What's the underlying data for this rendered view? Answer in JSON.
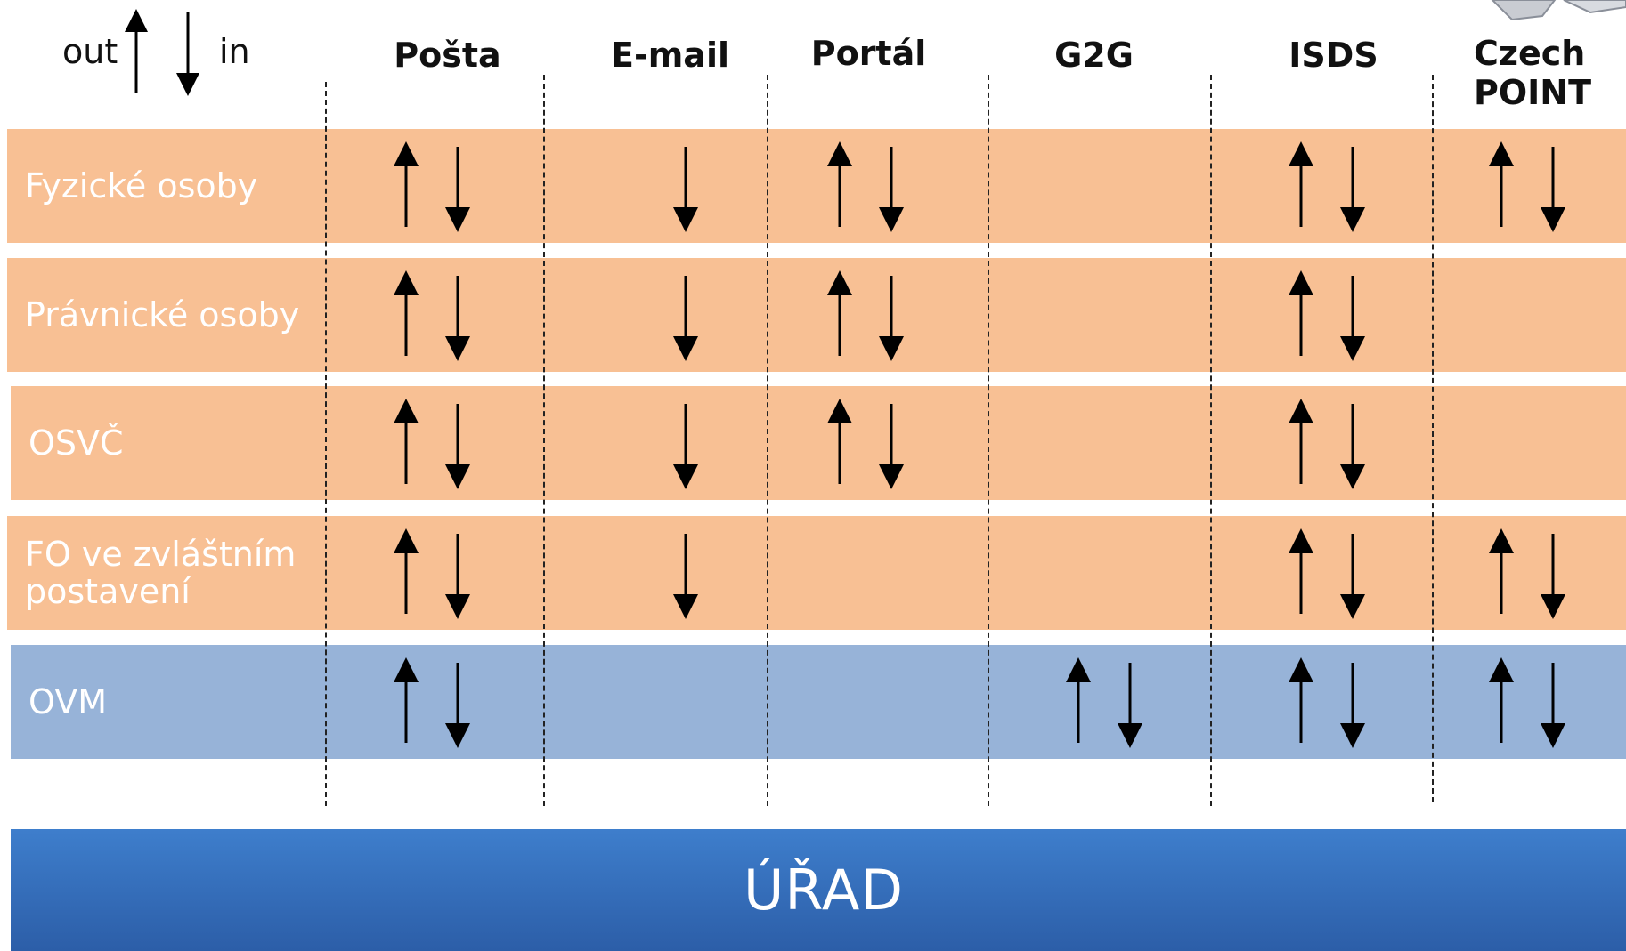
{
  "legend": {
    "out_label": "out",
    "in_label": "in"
  },
  "columns": [
    {
      "id": "posta",
      "label": "Pošta"
    },
    {
      "id": "email",
      "label": "E-mail"
    },
    {
      "id": "portal",
      "label": "Portál"
    },
    {
      "id": "g2g",
      "label": "G2G"
    },
    {
      "id": "isds",
      "label": "ISDS"
    },
    {
      "id": "czechpoint",
      "label": "Czech POINT"
    }
  ],
  "rows": [
    {
      "label": "Fyzické osoby",
      "category": "person",
      "channels": {
        "posta": [
          "out",
          "in"
        ],
        "email": [
          "in"
        ],
        "portal": [
          "out",
          "in"
        ],
        "g2g": [],
        "isds": [
          "out",
          "in"
        ],
        "czechpoint": [
          "out",
          "in"
        ]
      }
    },
    {
      "label": "Právnické osoby",
      "category": "person",
      "channels": {
        "posta": [
          "out",
          "in"
        ],
        "email": [
          "in"
        ],
        "portal": [
          "out",
          "in"
        ],
        "g2g": [],
        "isds": [
          "out",
          "in"
        ],
        "czechpoint": []
      }
    },
    {
      "label": "OSVČ",
      "category": "person",
      "channels": {
        "posta": [
          "out",
          "in"
        ],
        "email": [
          "in"
        ],
        "portal": [
          "out",
          "in"
        ],
        "g2g": [],
        "isds": [
          "out",
          "in"
        ],
        "czechpoint": []
      }
    },
    {
      "label": "FO ve zvláštním postavení",
      "category": "person",
      "channels": {
        "posta": [
          "out",
          "in"
        ],
        "email": [
          "in"
        ],
        "portal": [],
        "g2g": [],
        "isds": [
          "out",
          "in"
        ],
        "czechpoint": [
          "out",
          "in"
        ]
      }
    },
    {
      "label": "OVM",
      "category": "authority",
      "channels": {
        "posta": [
          "out",
          "in"
        ],
        "email": [],
        "portal": [],
        "g2g": [
          "out",
          "in"
        ],
        "isds": [
          "out",
          "in"
        ],
        "czechpoint": [
          "out",
          "in"
        ]
      }
    }
  ],
  "office": {
    "label": "ÚŘAD"
  },
  "colors": {
    "person_band": "#f8c094",
    "authority_band": "#97b3d8",
    "office_bar": "#3a78c6"
  }
}
